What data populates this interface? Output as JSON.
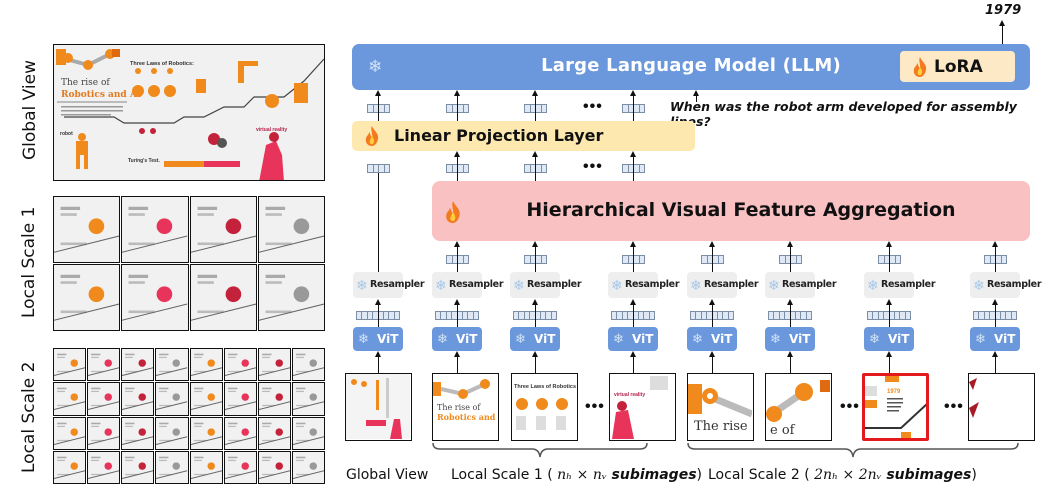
{
  "left_panel": {
    "rows": [
      {
        "label": "Global View",
        "grid": [
          1,
          1
        ]
      },
      {
        "label": "Local Scale 1",
        "grid": [
          2,
          4
        ]
      },
      {
        "label": "Local Scale 2",
        "grid": [
          4,
          8
        ]
      }
    ],
    "infographic": {
      "title_line1": "The rise of",
      "title_line2": "Robotics and AI",
      "subtitle": "Fueled by advances in computing power and connecting the fields of robotics and artificial intelligence have grown rapidly",
      "laws_heading": "Three Laws of Robotics:",
      "turing": "Turing's Test.",
      "robot": "robot",
      "vr": "virtual reality",
      "year_1979": "1979"
    }
  },
  "pipeline": {
    "answer": "1979",
    "question": "When was the robot arm developed for assembly lines?",
    "llm": {
      "label": "Large Language Model (LLM)",
      "state": "frozen"
    },
    "lora": {
      "label": "LoRA",
      "state": "trainable"
    },
    "projection": {
      "label": "Linear Projection Layer",
      "state": "trainable"
    },
    "aggregation": {
      "label": "Hierarchical Visual Feature Aggregation",
      "state": "trainable"
    },
    "resampler_label": "Resampler",
    "vit_label": "ViT",
    "ellipsis": "•••",
    "icons": {
      "frozen": "snowflake-icon",
      "trainable": "fire-icon"
    }
  },
  "bottom": {
    "global_view": "Global View",
    "local1_prefix": "Local Scale 1 (",
    "local1_math": "nₕ × nᵥ",
    "local1_suffix": "subimages",
    "local2_prefix": "Local Scale 2 (",
    "local2_math": "2nₕ × 2nᵥ",
    "local2_suffix": "subimages",
    "close_paren": ")"
  },
  "colors": {
    "llm_blue": "#6b97dc",
    "lora_bg": "#fde9c6",
    "projection_bg": "#fde9b0",
    "aggregation_bg": "#f9c1c2",
    "resampler_bg": "#eeeeee",
    "highlight_red": "#e3191b",
    "orange": "#f08a1c"
  }
}
